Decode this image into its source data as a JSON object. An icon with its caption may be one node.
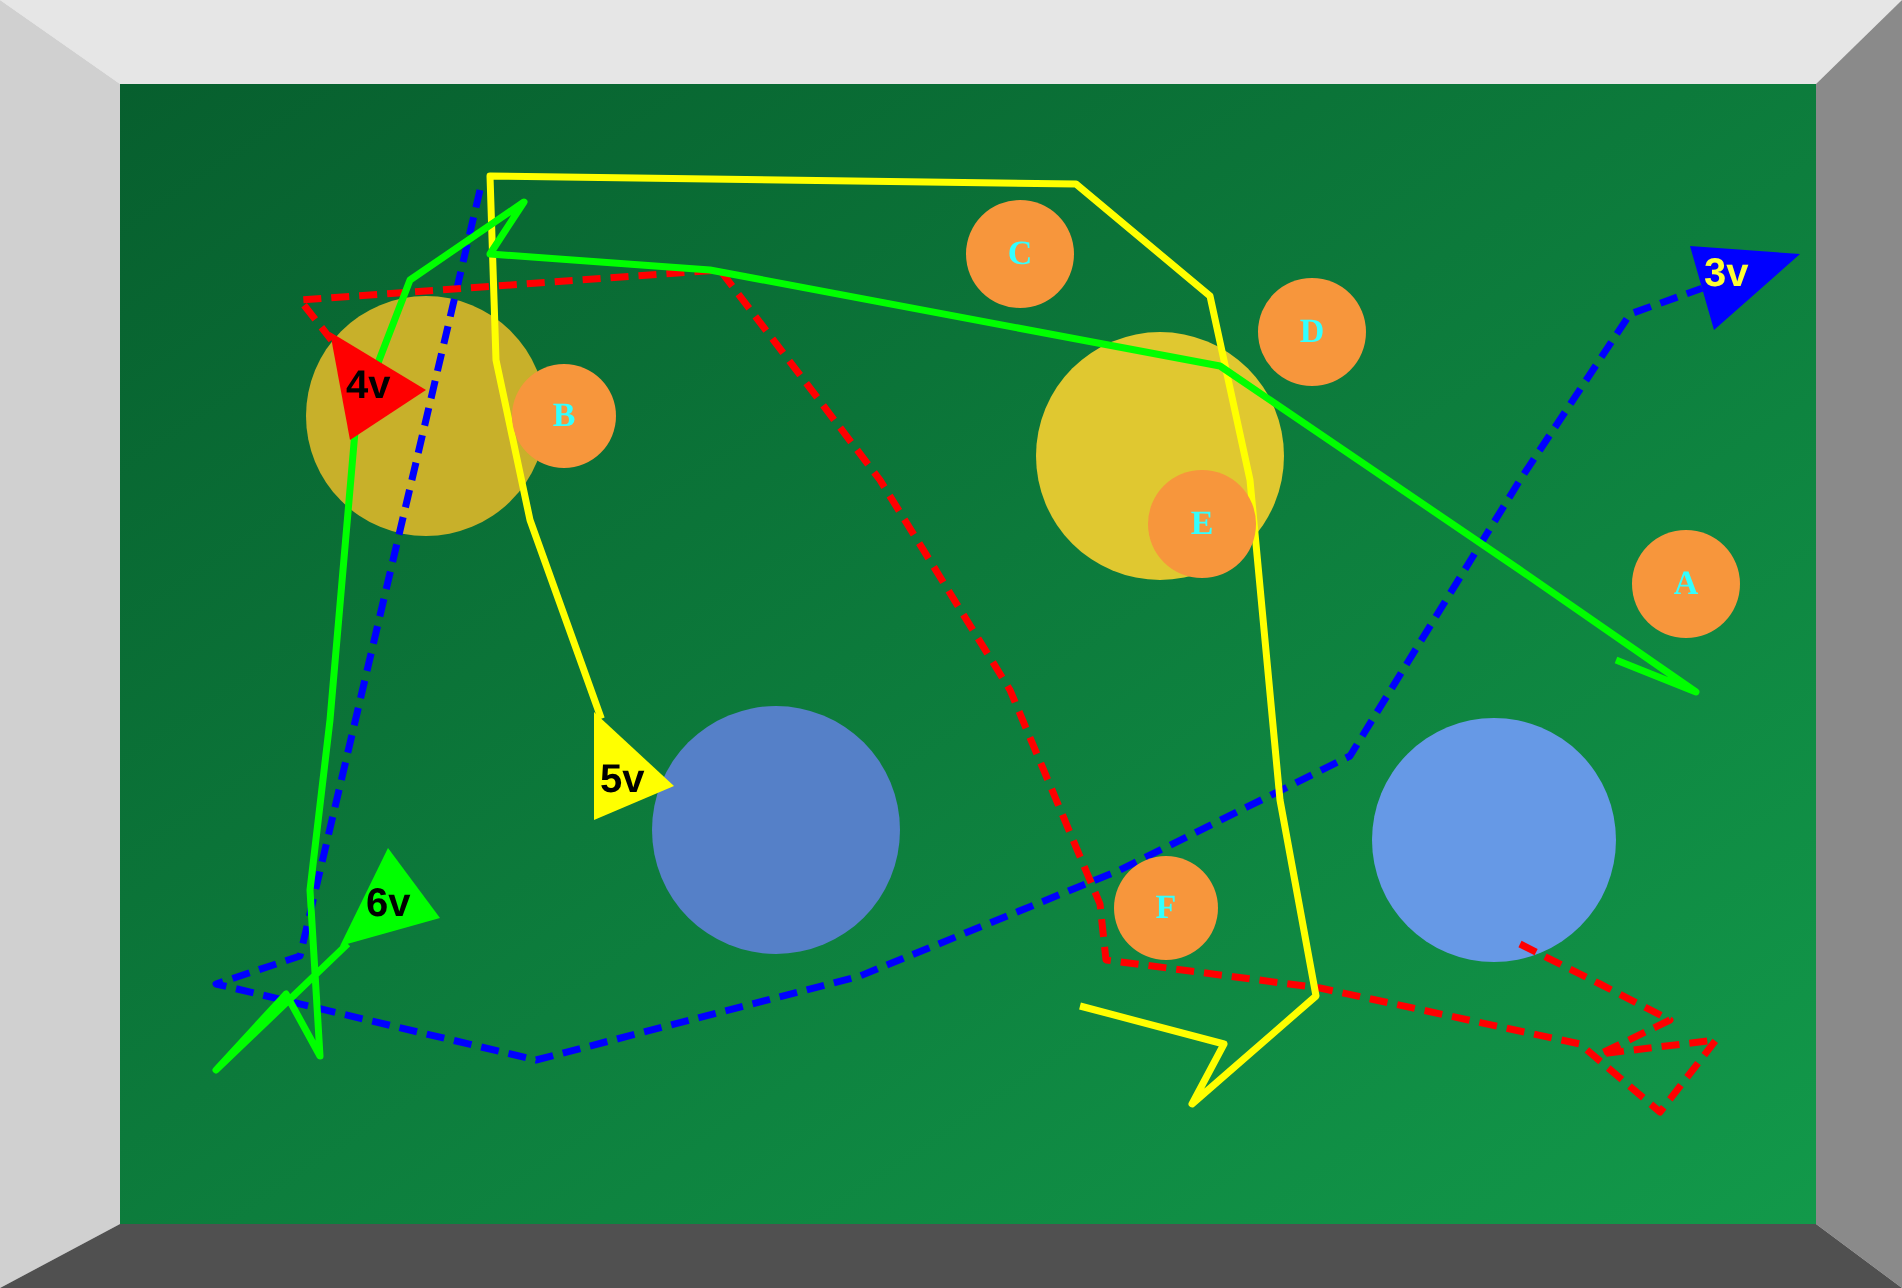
{
  "diagram": {
    "nodes": [
      {
        "text": [
          "C"
        ]
      },
      {
        "text": [
          "3v"
        ]
      },
      {
        "text": [
          "D"
        ]
      },
      {
        "text": [
          "4v"
        ]
      },
      {
        "text": [
          "B"
        ]
      },
      {
        "text": [
          "E"
        ]
      },
      {
        "text": [
          "A"
        ]
      },
      {
        "text": [
          "5v"
        ]
      },
      {
        "text": [
          "6v"
        ]
      },
      {
        "text": [
          "F"
        ]
      }
    ],
    "edges": [
      {
        "from": null,
        "to": 1,
        "arrow": "none",
        "style": "dashed",
        "color": "#0000ff"
      },
      {
        "from": null,
        "to": 3,
        "arrow": "none",
        "style": "dashed",
        "color": "#ff0000"
      },
      {
        "from": null,
        "to": 7,
        "arrow": "none",
        "color": "#ffff00"
      },
      {
        "from": null,
        "to": 8,
        "arrow": "none",
        "color": "#00ff00"
      }
    ]
  }
}
